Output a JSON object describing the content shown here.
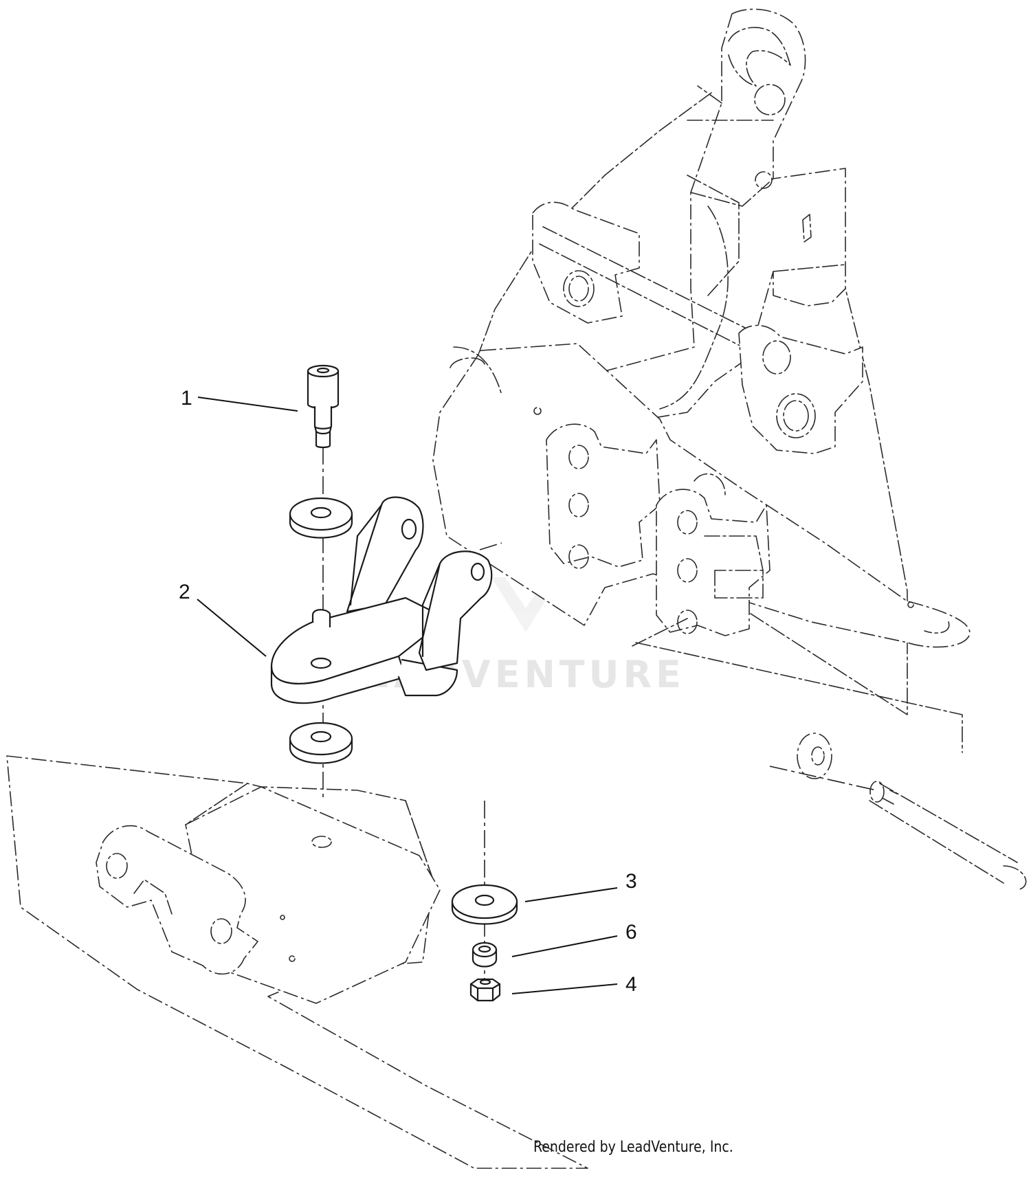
{
  "callouts": [
    {
      "id": "1",
      "label": "1"
    },
    {
      "id": "2",
      "label": "2"
    },
    {
      "id": "3",
      "label": "3"
    },
    {
      "id": "6",
      "label": "6"
    },
    {
      "id": "4",
      "label": "4"
    }
  ],
  "watermark": "LEADVENTURE",
  "footer": {
    "credit": "Rendered by LeadVenture, Inc."
  },
  "colors": {
    "line": "#1a1a1a",
    "background": "#ffffff",
    "watermark": "#e6e6e6"
  }
}
